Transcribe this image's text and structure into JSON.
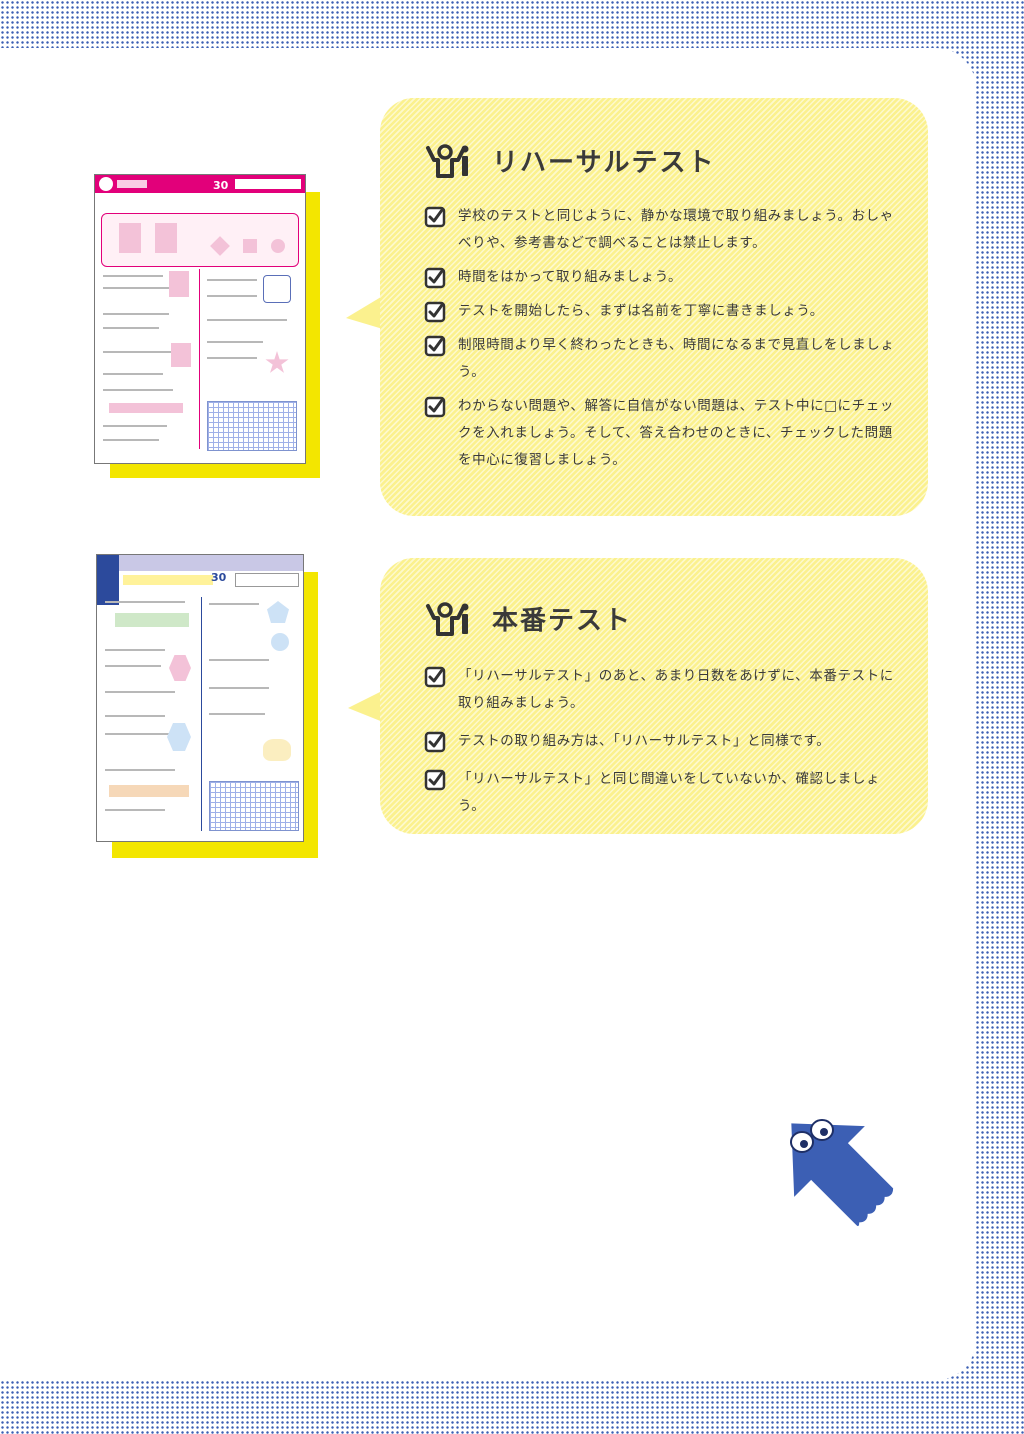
{
  "sections": [
    {
      "title": "リハーサルテスト",
      "items": [
        "学校のテストと同じように、静かな環境で取り組みましょう。おしゃべりや、参考書などで調べることは禁止します。",
        "時間をはかって取り組みましょう。",
        "テストを開始したら、まずは名前を丁寧に書きましょう。",
        "制限時間より早く終わったときも、時間になるまで見直しをしましょう。",
        "わからない問題や、解答に自信がない問題は、テスト中に□にチェックを入れましょう。そして、答え合わせのときに、チェックした問題を中心に復習しましょう。"
      ]
    },
    {
      "title": "本番テスト",
      "items": [
        "「リハーサルテスト」のあと、あまり日数をあけずに、本番テストに取り組みましょう。",
        "テストの取り組み方は、「リハーサルテスト」と同様です。",
        "「リハーサルテスト」と同じ間違いをしていないか、確認しましょう。"
      ]
    }
  ],
  "thumbnails": [
    {
      "time": "30",
      "colors": {
        "accent": "#e2007a",
        "shadow": "#f3e600"
      }
    },
    {
      "time": "30",
      "colors": {
        "accent": "#2c4a9c",
        "shadow": "#f3e600"
      }
    }
  ],
  "colors": {
    "bubble": "#fbf18e",
    "dots": "#3c5fb4",
    "mascot": "#3c5fb4"
  }
}
